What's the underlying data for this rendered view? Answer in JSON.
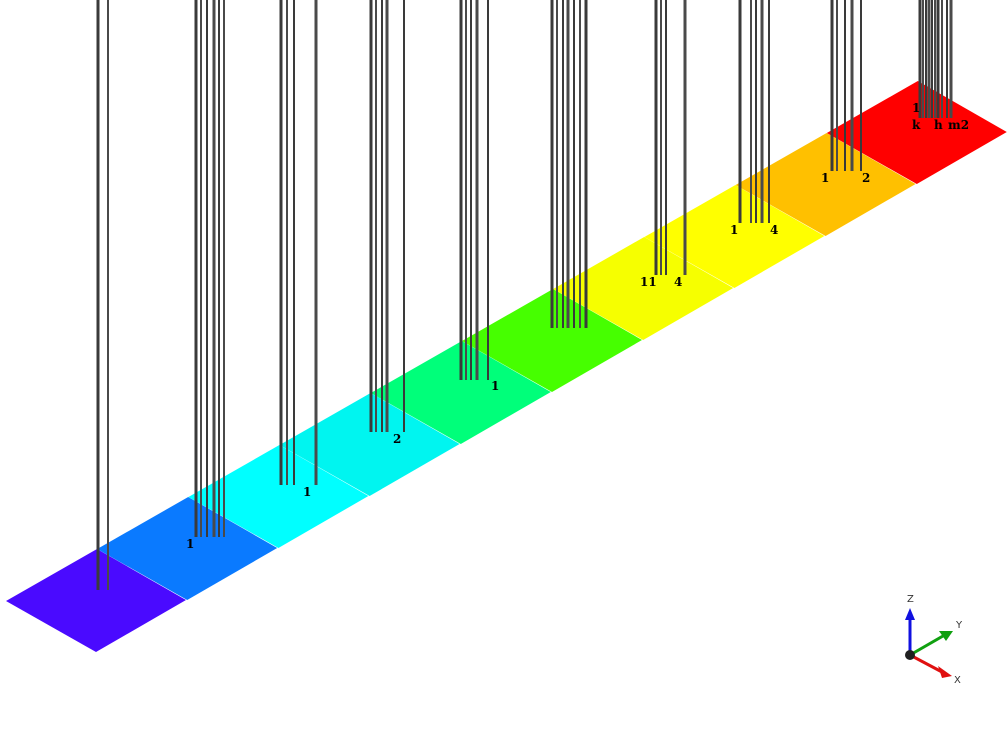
{
  "scene": {
    "tiles": [
      {
        "id": "tile-1",
        "color": "#4a0aff"
      },
      {
        "id": "tile-2",
        "color": "#0a7aff"
      },
      {
        "id": "tile-3",
        "color": "#00ffff"
      },
      {
        "id": "tile-4",
        "color": "#00f5f0"
      },
      {
        "id": "tile-5",
        "color": "#00ff7a"
      },
      {
        "id": "tile-6",
        "color": "#46ff00"
      },
      {
        "id": "tile-7",
        "color": "#f6ff00"
      },
      {
        "id": "tile-8",
        "color": "#ffff00"
      },
      {
        "id": "tile-9",
        "color": "#ffc000"
      },
      {
        "id": "tile-10",
        "color": "#ff0000"
      }
    ],
    "labels": [
      "1",
      "1",
      "2",
      "1",
      "11",
      "4",
      "1",
      "4",
      "1",
      "2",
      "1",
      "k",
      "h",
      "m2"
    ]
  },
  "axes": {
    "z_label": "Z",
    "y_label": "Y",
    "x_label": "X",
    "z_color": "#1010e0",
    "y_color": "#10a010",
    "x_color": "#e01010"
  }
}
